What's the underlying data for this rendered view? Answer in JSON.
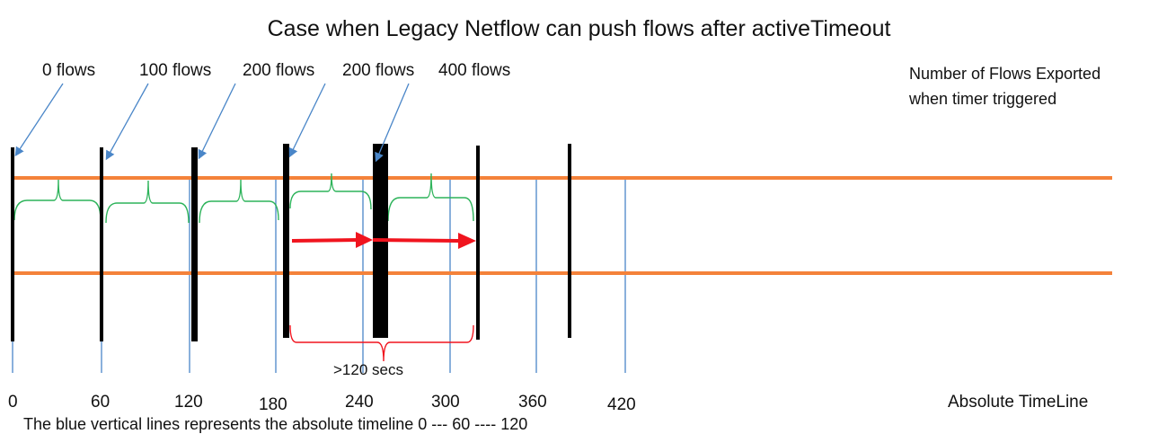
{
  "title": "Case when Legacy Netflow can push flows after activeTimeout",
  "flow_labels": [
    "0 flows",
    "100 flows",
    "200 flows",
    "200 flows",
    "400 flows"
  ],
  "legend": {
    "line1": "Number of Flows Exported",
    "line2": "when timer triggered"
  },
  "ticks": [
    "0",
    "60",
    "120",
    "180",
    "240",
    "300",
    "360",
    "420"
  ],
  "axis_label": "Absolute TimeLine",
  "interval_note": ">120 secs",
  "footnote": "The blue vertical lines represents the absolute timeline 0 --- 60 ---- 120",
  "colors": {
    "orange": "#F4823A",
    "blue": "#4A86C8",
    "green": "#2DB35A",
    "red": "#F0141E",
    "black": "#000000"
  }
}
